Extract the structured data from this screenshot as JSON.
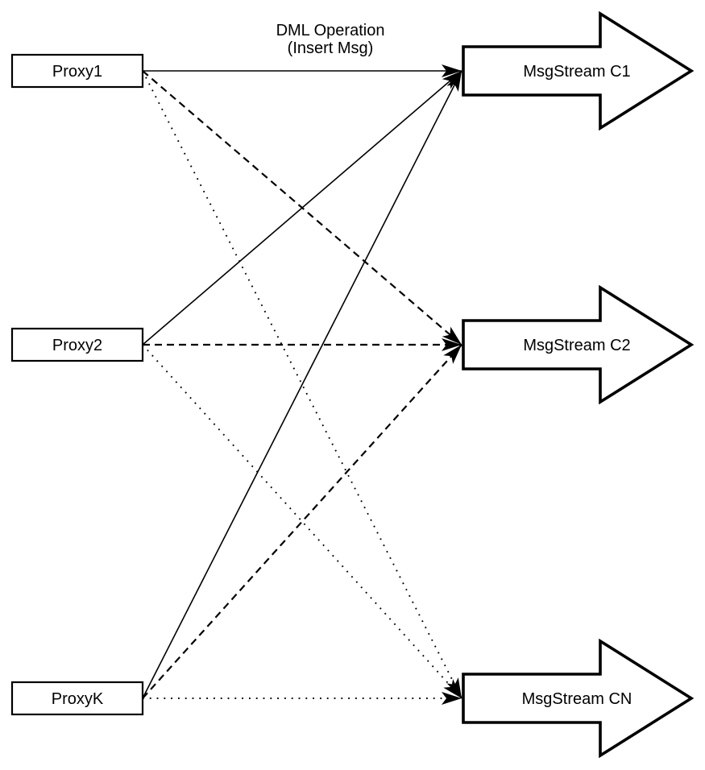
{
  "diagram": {
    "title_label": {
      "line1": "DML Operation",
      "line2": "(Insert Msg)"
    },
    "proxies": [
      {
        "id": "proxy1",
        "label": "Proxy1"
      },
      {
        "id": "proxy2",
        "label": "Proxy2"
      },
      {
        "id": "proxyk",
        "label": "ProxyK"
      }
    ],
    "streams": [
      {
        "id": "c1",
        "label": "MsgStream C1",
        "incoming_line_style": "solid"
      },
      {
        "id": "c2",
        "label": "MsgStream C2",
        "incoming_line_style": "dashed"
      },
      {
        "id": "cn",
        "label": "MsgStream CN",
        "incoming_line_style": "dotted"
      }
    ],
    "edges": [
      {
        "from": "proxy1",
        "to": "c1",
        "style": "solid"
      },
      {
        "from": "proxy2",
        "to": "c1",
        "style": "solid"
      },
      {
        "from": "proxyk",
        "to": "c1",
        "style": "solid"
      },
      {
        "from": "proxy1",
        "to": "c2",
        "style": "dashed"
      },
      {
        "from": "proxy2",
        "to": "c2",
        "style": "dashed"
      },
      {
        "from": "proxyk",
        "to": "c2",
        "style": "dashed"
      },
      {
        "from": "proxy1",
        "to": "cn",
        "style": "dotted"
      },
      {
        "from": "proxy2",
        "to": "cn",
        "style": "dotted"
      },
      {
        "from": "proxyk",
        "to": "cn",
        "style": "dotted"
      }
    ],
    "colors": {
      "stroke": "#000000",
      "fill": "#ffffff"
    }
  }
}
